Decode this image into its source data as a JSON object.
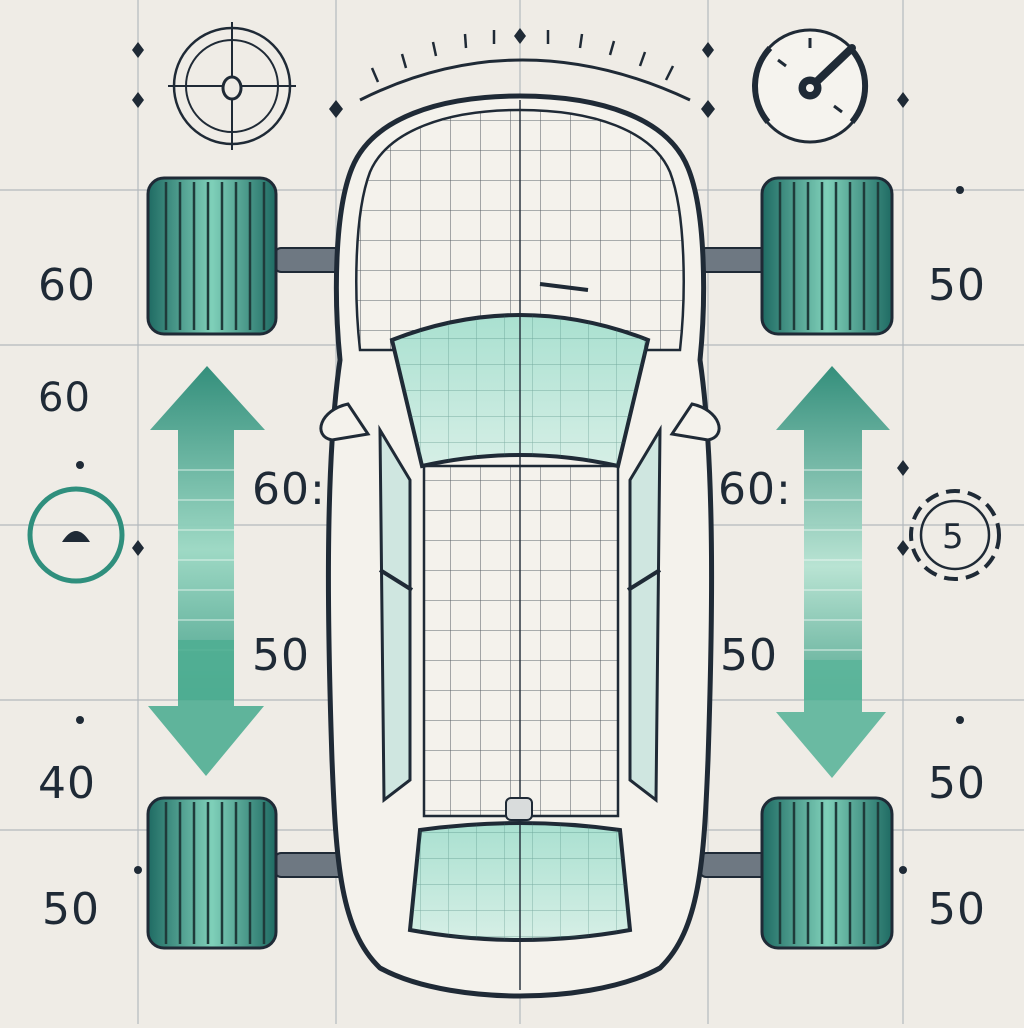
{
  "labels": {
    "left_top": "60",
    "left_second": "60",
    "left_inner_top": "60:",
    "left_inner_bottom": "50",
    "left_lower": "40",
    "left_bottom": "50",
    "right_top": "50",
    "right_inner_top": "60:",
    "right_dial": "5",
    "right_inner_bottom": "50",
    "right_lower": "50",
    "right_bottom": "50"
  },
  "colors": {
    "ink": "#1f2a36",
    "teal": "#2f8f7d",
    "mint": "#bfe6d8",
    "paper": "#efece6",
    "grid": "#9aa4ad"
  },
  "icons": [
    "target-icon",
    "speedometer-icon",
    "dial-icon",
    "timer-icon",
    "up-arrow-icon",
    "down-arrow-icon",
    "tire-icon"
  ]
}
